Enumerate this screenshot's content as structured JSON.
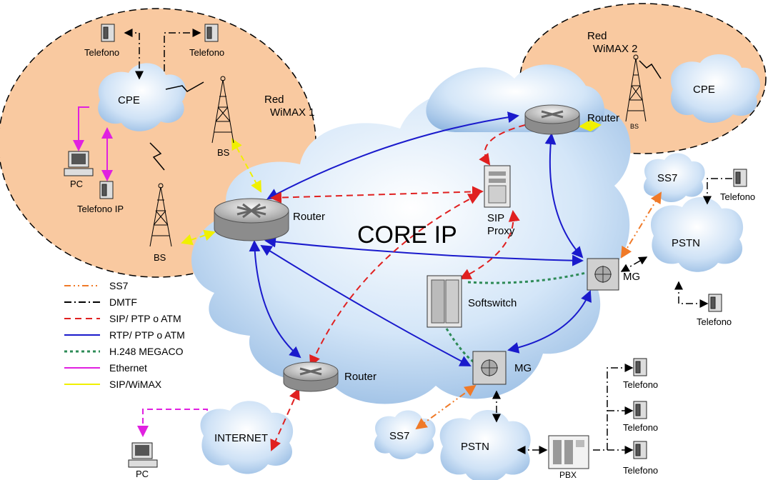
{
  "regions": {
    "wimax1": "Red\nWiMAX 1",
    "wimax2": "Red\nWiMAX 2",
    "core": "CORE IP"
  },
  "nodes": {
    "cpe1": "CPE",
    "cpe2": "CPE",
    "bs1": "BS",
    "bs2": "BS",
    "bs3": "BS",
    "router_main": "Router",
    "router_right": "Router",
    "router_bottom": "Router",
    "sip_proxy": "SIP\nProxy",
    "softswitch": "Softswitch",
    "mg_right": "MG",
    "mg_bottom": "MG",
    "pstn_right": "PSTN",
    "pstn_bottom": "PSTN",
    "ss7_right": "SS7",
    "ss7_bottom": "SS7",
    "internet": "INTERNET",
    "pbx": "PBX",
    "pc1": "PC",
    "pc2": "PC",
    "tel_ip": "Telefono IP",
    "tel_top1": "Telefono",
    "tel_top2": "Telefono",
    "tel_right1": "Telefono",
    "tel_right2": "Telefono",
    "tel_pbx1": "Telefono",
    "tel_pbx2": "Telefono",
    "tel_pbx3": "Telefono"
  },
  "legend": [
    {
      "label": "SS7",
      "color": "#f07a28",
      "style": "dashdotdot"
    },
    {
      "label": "DMTF",
      "color": "#000000",
      "style": "dashdot"
    },
    {
      "label": "SIP/ PTP o ATM",
      "color": "#e02020",
      "style": "dash"
    },
    {
      "label": "RTP/ PTP o ATM",
      "color": "#1a1acc",
      "style": "solid"
    },
    {
      "label": "H.248 MEGACO",
      "color": "#2e8b57",
      "style": "dot"
    },
    {
      "label": "Ethernet",
      "color": "#e020e0",
      "style": "solid"
    },
    {
      "label": "SIP/WiMAX",
      "color": "#f0f000",
      "style": "solid"
    }
  ],
  "colors": {
    "wimax_fill": "#f9c9a0",
    "cloud_fill": "#c6def5",
    "ss7": "#f07a28",
    "dmtf": "#000000",
    "sip": "#e02020",
    "rtp": "#1a1acc",
    "megaco": "#2e8b57",
    "ethernet": "#e020e0",
    "wimax_link": "#f0f000"
  }
}
